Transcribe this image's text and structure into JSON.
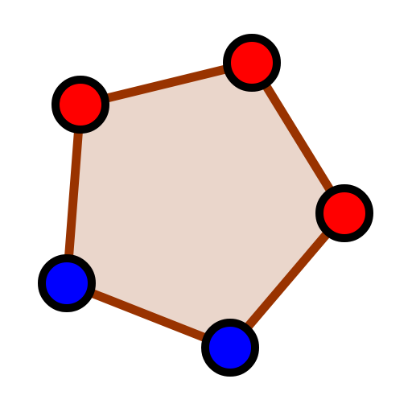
{
  "diagram": {
    "shape": "pentagon",
    "fill_color": "#ead6cb",
    "edge_color": "#993300",
    "vertex_outline_color": "#000000",
    "vertices": [
      {
        "id": "v1",
        "color": "#ff0000"
      },
      {
        "id": "v2",
        "color": "#ff0000"
      },
      {
        "id": "v3",
        "color": "#ff0000"
      },
      {
        "id": "v4",
        "color": "#0000ff"
      },
      {
        "id": "v5",
        "color": "#0000ff"
      }
    ]
  }
}
